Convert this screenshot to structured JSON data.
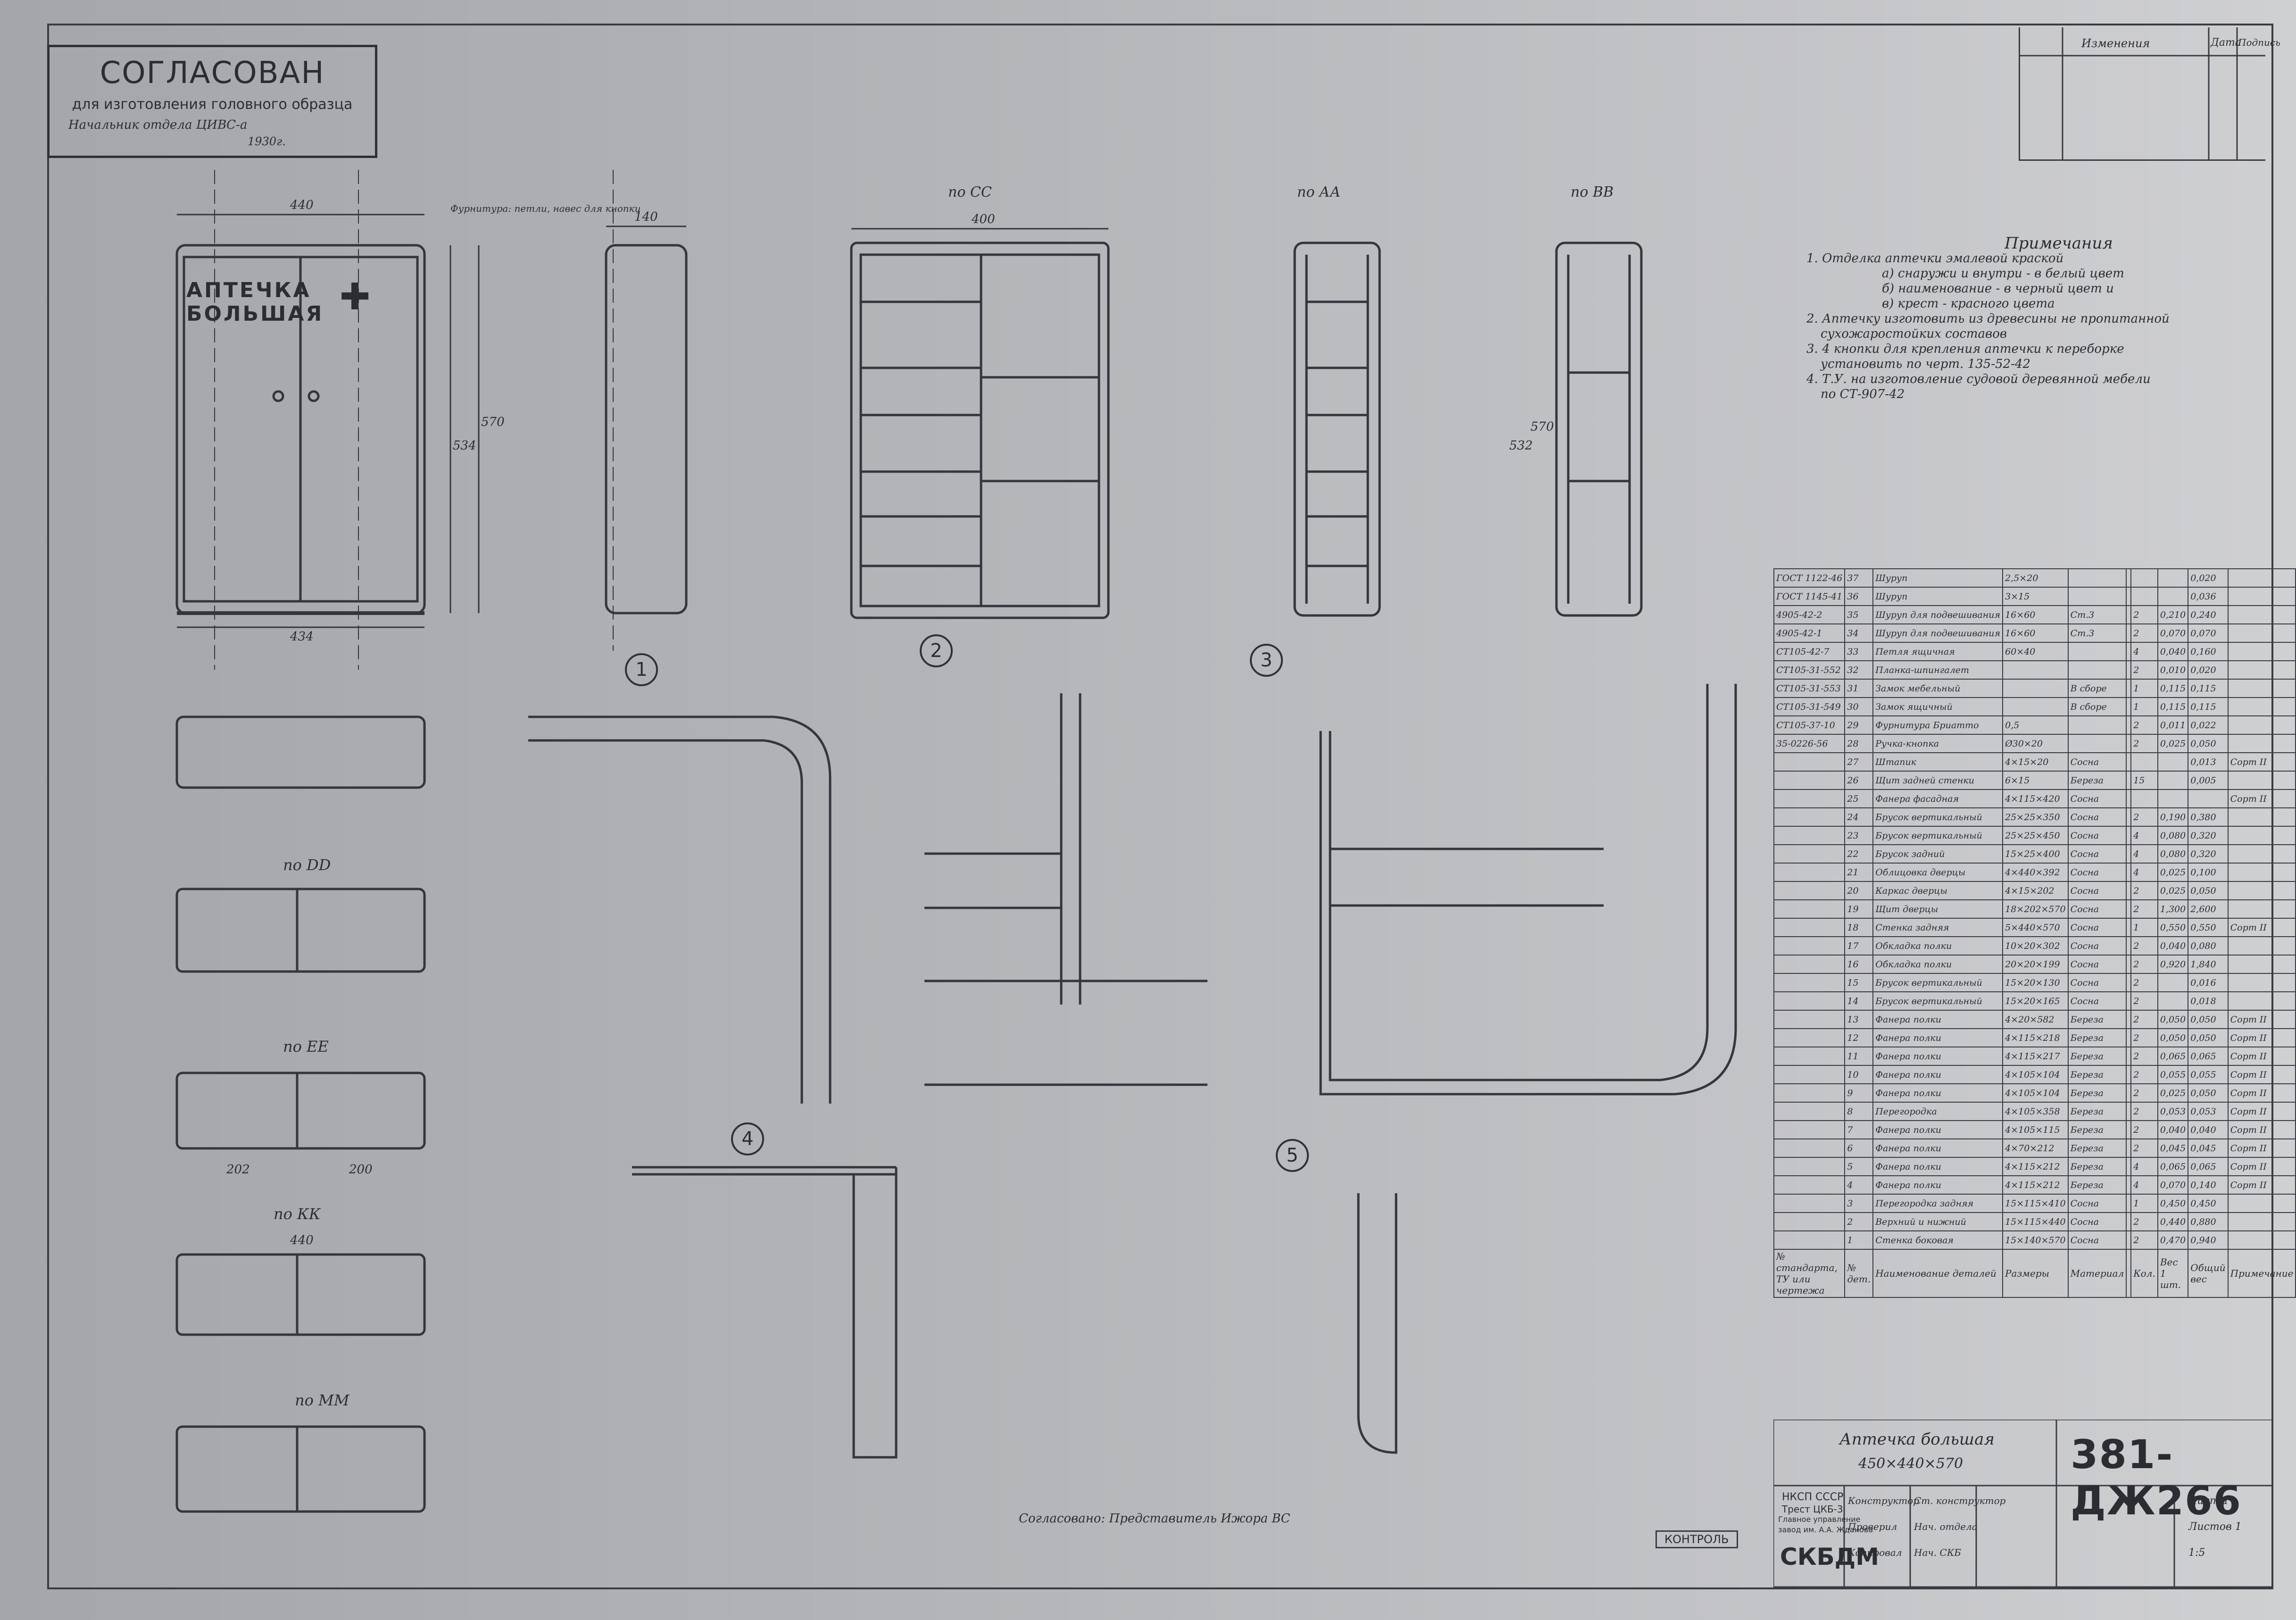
{
  "stamp": {
    "title": "СОГЛАСОВАН",
    "subtitle": "для изготовления головного образца",
    "signatory": "Начальник отдела ЦИВС-а",
    "year": "1930г."
  },
  "product": {
    "label_line1": "АПТЕЧКА",
    "label_line2": "БОЛЬШАЯ",
    "cross": "✚"
  },
  "notes": {
    "heading": "Примечания",
    "items": [
      "1. Отделка аптечки эмалевой краской",
      "а) снаружи и внутри - в белый цвет",
      "б) наименование - в черный цвет и",
      "в) крест - красного цвета",
      "2. Аптечку изготовить из древесины не пропитанной",
      "сухожаростойких составов",
      "3. 4 кнопки для крепления аптечки к переборке",
      "установить по черт. 135-52-42",
      "4. Т.У. на изготовление судовой деревянной мебели",
      "по СТ-907-42"
    ]
  },
  "revisions": {
    "col_change": "Изменения",
    "col_date": "Дата",
    "col_sign": "Подпись"
  },
  "views": {
    "section_cc": "по СС",
    "section_aa": "по АА",
    "section_bb": "по ВВ",
    "section_dd": "по DD",
    "section_ee": "по ЕЕ",
    "section_kk": "по КК",
    "section_mm": "по ММ",
    "hinge_note": "Фурнитура: петли, навес для кнопки"
  },
  "dims": {
    "front_width": "440",
    "front_bottom": "434",
    "front_height": "570",
    "front_inner": "534",
    "side_depth": "140",
    "cc_width": "400",
    "kk_width": "440",
    "ee_w1": "202",
    "ee_w2": "200",
    "bb_height": "570",
    "bb_inner": "532"
  },
  "callouts": [
    "1",
    "2",
    "3",
    "4",
    "5"
  ],
  "spec": {
    "rows": [
      [
        "ГОСТ 1122-46",
        "37",
        "Шуруп",
        "2,5×20",
        "",
        "",
        "",
        "",
        "0,020",
        ""
      ],
      [
        "ГОСТ 1145-41",
        "36",
        "Шуруп",
        "3×15",
        "",
        "",
        "",
        "",
        "0,036",
        ""
      ],
      [
        "4905-42-2",
        "35",
        "Шуруп для подвешивания",
        "16×60",
        "Ст.3",
        "",
        "2",
        "0,210",
        "0,240",
        ""
      ],
      [
        "4905-42-1",
        "34",
        "Шуруп для подвешивания",
        "16×60",
        "Ст.3",
        "",
        "2",
        "0,070",
        "0,070",
        ""
      ],
      [
        "СТ105-42-7",
        "33",
        "Петля ящичная",
        "60×40",
        "",
        "",
        "4",
        "0,040",
        "0,160",
        ""
      ],
      [
        "СТ105-31-552",
        "32",
        "Планка-шпингалет",
        "",
        "",
        "",
        "2",
        "0,010",
        "0,020",
        ""
      ],
      [
        "СТ105-31-553",
        "31",
        "Замок мебельный",
        "",
        "В сборе",
        "",
        "1",
        "0,115",
        "0,115",
        ""
      ],
      [
        "СТ105-31-549",
        "30",
        "Замок ящичный",
        "",
        "В сборе",
        "",
        "1",
        "0,115",
        "0,115",
        ""
      ],
      [
        "СТ105-37-10",
        "29",
        "Фурнитура Бриатто",
        "0,5",
        "",
        "",
        "2",
        "0,011",
        "0,022",
        ""
      ],
      [
        "35-0226-56",
        "28",
        "Ручка-кнопка",
        "Ø30×20",
        "",
        "",
        "2",
        "0,025",
        "0,050",
        ""
      ],
      [
        "",
        "27",
        "Штапик",
        "4×15×20",
        "Сосна",
        "",
        "",
        "",
        "0,013",
        "Сорт II"
      ],
      [
        "",
        "26",
        "Щит задней стенки",
        "6×15",
        "Береза",
        "",
        "15",
        "",
        "0,005",
        ""
      ],
      [
        "",
        "25",
        "Фанера фасадная",
        "4×115×420",
        "Сосна",
        "",
        "",
        "",
        "",
        "Сорт II"
      ],
      [
        "",
        "24",
        "Брусок вертикальный",
        "25×25×350",
        "Сосна",
        "",
        "2",
        "0,190",
        "0,380",
        ""
      ],
      [
        "",
        "23",
        "Брусок вертикальный",
        "25×25×450",
        "Сосна",
        "",
        "4",
        "0,080",
        "0,320",
        ""
      ],
      [
        "",
        "22",
        "Брусок задний",
        "15×25×400",
        "Сосна",
        "",
        "4",
        "0,080",
        "0,320",
        ""
      ],
      [
        "",
        "21",
        "Облицовка дверцы",
        "4×440×392",
        "Сосна",
        "",
        "4",
        "0,025",
        "0,100",
        ""
      ],
      [
        "",
        "20",
        "Каркас дверцы",
        "4×15×202",
        "Сосна",
        "",
        "2",
        "0,025",
        "0,050",
        ""
      ],
      [
        "",
        "19",
        "Щит дверцы",
        "18×202×570",
        "Сосна",
        "",
        "2",
        "1,300",
        "2,600",
        ""
      ],
      [
        "",
        "18",
        "Стенка задняя",
        "5×440×570",
        "Сосна",
        "",
        "1",
        "0,550",
        "0,550",
        "Сорт II"
      ],
      [
        "",
        "17",
        "Обкладка полки",
        "10×20×302",
        "Сосна",
        "",
        "2",
        "0,040",
        "0,080",
        ""
      ],
      [
        "",
        "16",
        "Обкладка полки",
        "20×20×199",
        "Сосна",
        "",
        "2",
        "0,920",
        "1,840",
        ""
      ],
      [
        "",
        "15",
        "Брусок вертикальный",
        "15×20×130",
        "Сосна",
        "",
        "2",
        "",
        "0,016",
        ""
      ],
      [
        "",
        "14",
        "Брусок вертикальный",
        "15×20×165",
        "Сосна",
        "",
        "2",
        "",
        "0,018",
        ""
      ],
      [
        "",
        "13",
        "Фанера полки",
        "4×20×582",
        "Береза",
        "",
        "2",
        "0,050",
        "0,050",
        "Сорт II"
      ],
      [
        "",
        "12",
        "Фанера полки",
        "4×115×218",
        "Береза",
        "",
        "2",
        "0,050",
        "0,050",
        "Сорт II"
      ],
      [
        "",
        "11",
        "Фанера полки",
        "4×115×217",
        "Береза",
        "",
        "2",
        "0,065",
        "0,065",
        "Сорт II"
      ],
      [
        "",
        "10",
        "Фанера полки",
        "4×105×104",
        "Береза",
        "",
        "2",
        "0,055",
        "0,055",
        "Сорт II"
      ],
      [
        "",
        "9",
        "Фанера полки",
        "4×105×104",
        "Береза",
        "",
        "2",
        "0,025",
        "0,050",
        "Сорт II"
      ],
      [
        "",
        "8",
        "Перегородка",
        "4×105×358",
        "Береза",
        "",
        "2",
        "0,053",
        "0,053",
        "Сорт II"
      ],
      [
        "",
        "7",
        "Фанера полки",
        "4×105×115",
        "Береза",
        "",
        "2",
        "0,040",
        "0,040",
        "Сорт II"
      ],
      [
        "",
        "6",
        "Фанера полки",
        "4×70×212",
        "Береза",
        "",
        "2",
        "0,045",
        "0,045",
        "Сорт II"
      ],
      [
        "",
        "5",
        "Фанера полки",
        "4×115×212",
        "Береза",
        "",
        "4",
        "0,065",
        "0,065",
        "Сорт II"
      ],
      [
        "",
        "4",
        "Фанера полки",
        "4×115×212",
        "Береза",
        "",
        "4",
        "0,070",
        "0,140",
        "Сорт II"
      ],
      [
        "",
        "3",
        "Перегородка задняя",
        "15×115×410",
        "Сосна",
        "",
        "1",
        "0,450",
        "0,450",
        ""
      ],
      [
        "",
        "2",
        "Верхний и нижний",
        "15×115×440",
        "Сосна",
        "",
        "2",
        "0,440",
        "0,880",
        ""
      ],
      [
        "",
        "1",
        "Стенка боковая",
        "15×140×570",
        "Сосна",
        "",
        "2",
        "0,470",
        "0,940",
        ""
      ]
    ],
    "header": [
      "№ стандарта, ТУ или чертежа",
      "№ дет.",
      "Наименование деталей",
      "Размеры",
      "Материал",
      "",
      "Кол.",
      "Вес 1 шт.",
      "Общий вес",
      "Примечание"
    ]
  },
  "titleblock": {
    "doc_number": "381-ДЖ266",
    "name": "Аптечка большая",
    "size": "450×440×570",
    "org1": "НКСП СССР",
    "org2": "Трест ЦКБ-3",
    "org3": "Главное управление",
    "org4": "завод им. А.А. Жданова",
    "bureau": "СКБДМ",
    "role1": "Конструктор",
    "role2": "Ст. конструктор",
    "role3": "Нач. отдела",
    "role4": "Нач. СКБ",
    "role5": "Проверил",
    "role6": "Копировал",
    "sheet": "Лист 1",
    "sheets": "Листов 1",
    "scale": "1:5",
    "control": "КОНТРОЛЬ",
    "approved": "Согласовано: Представитель Ижора ВС"
  }
}
